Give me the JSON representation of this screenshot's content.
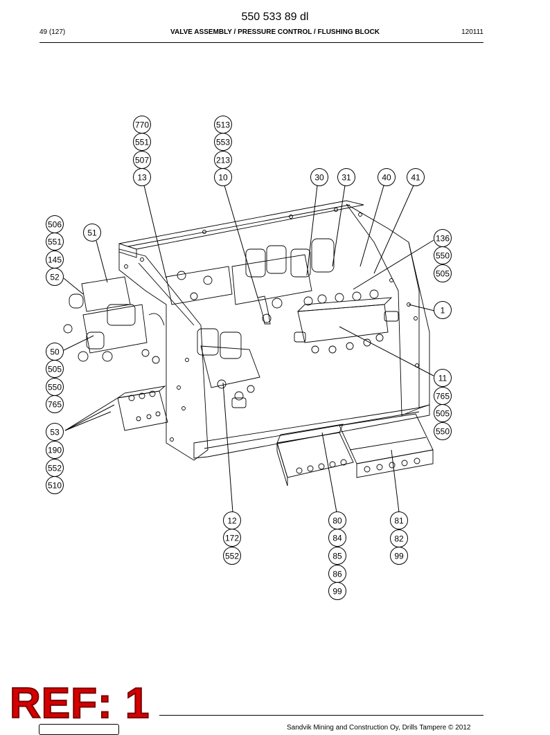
{
  "header": {
    "doc_number": "550 533 89 dl",
    "page": "49 (127)",
    "title": "VALVE ASSEMBLY / PRESSURE CONTROL / FLUSHING BLOCK",
    "date_code": "120111"
  },
  "callouts": [
    {
      "id": "c1",
      "label": "770"
    },
    {
      "id": "c2",
      "label": "551"
    },
    {
      "id": "c3",
      "label": "507"
    },
    {
      "id": "c4",
      "label": "13"
    },
    {
      "id": "c5",
      "label": "513"
    },
    {
      "id": "c6",
      "label": "553"
    },
    {
      "id": "c7",
      "label": "213"
    },
    {
      "id": "c8",
      "label": "10"
    },
    {
      "id": "c9",
      "label": "30"
    },
    {
      "id": "c10",
      "label": "31"
    },
    {
      "id": "c11",
      "label": "40"
    },
    {
      "id": "c12",
      "label": "41"
    },
    {
      "id": "c13",
      "label": "506"
    },
    {
      "id": "c14",
      "label": "551"
    },
    {
      "id": "c15",
      "label": "145"
    },
    {
      "id": "c16",
      "label": "52"
    },
    {
      "id": "c17",
      "label": "51"
    },
    {
      "id": "c18",
      "label": "136"
    },
    {
      "id": "c19",
      "label": "550"
    },
    {
      "id": "c20",
      "label": "505"
    },
    {
      "id": "c21",
      "label": "1"
    },
    {
      "id": "c22",
      "label": "50"
    },
    {
      "id": "c23",
      "label": "505"
    },
    {
      "id": "c24",
      "label": "550"
    },
    {
      "id": "c25",
      "label": "765"
    },
    {
      "id": "c26",
      "label": "11"
    },
    {
      "id": "c27",
      "label": "765"
    },
    {
      "id": "c28",
      "label": "505"
    },
    {
      "id": "c29",
      "label": "550"
    },
    {
      "id": "c30",
      "label": "53"
    },
    {
      "id": "c31",
      "label": "190"
    },
    {
      "id": "c32",
      "label": "552"
    },
    {
      "id": "c33",
      "label": "510"
    },
    {
      "id": "c34",
      "label": "12"
    },
    {
      "id": "c35",
      "label": "172"
    },
    {
      "id": "c36",
      "label": "552"
    },
    {
      "id": "c37",
      "label": "80"
    },
    {
      "id": "c38",
      "label": "84"
    },
    {
      "id": "c39",
      "label": "85"
    },
    {
      "id": "c40",
      "label": "86"
    },
    {
      "id": "c41",
      "label": "99"
    },
    {
      "id": "c42",
      "label": "81"
    },
    {
      "id": "c43",
      "label": "82"
    },
    {
      "id": "c44",
      "label": "99"
    }
  ],
  "stamp": {
    "text": "REF: 1"
  },
  "footer": {
    "copyright": "Sandvik Mining and Construction Oy, Drills Tampere © 2012"
  }
}
